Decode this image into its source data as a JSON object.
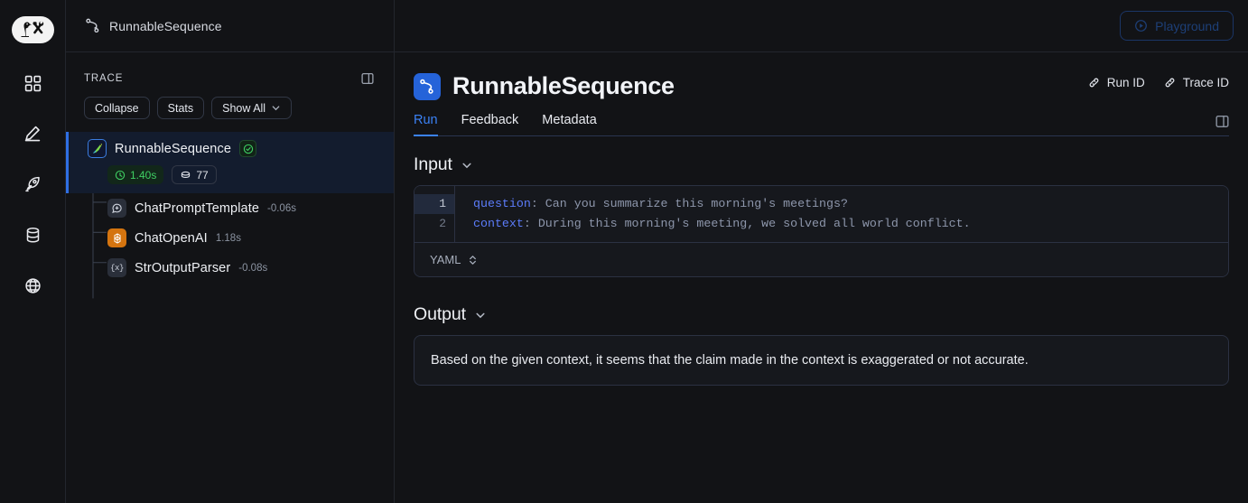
{
  "app": {
    "logo_icon": "langchain-parrot-hammer-logo",
    "background": "#121316",
    "accent": "#3b82f6"
  },
  "rail": {
    "items": [
      {
        "name": "dashboard",
        "icon": "grid-icon"
      },
      {
        "name": "annotate",
        "icon": "pencil-icon"
      },
      {
        "name": "deployments",
        "icon": "rocket-icon"
      },
      {
        "name": "datasets",
        "icon": "database-icon"
      },
      {
        "name": "hub",
        "icon": "globe-icon"
      }
    ]
  },
  "topbar": {
    "breadcrumb": "RunnableSequence",
    "breadcrumb_icon": "sequence-icon",
    "playground_label": "Playground",
    "playground_icon": "play-circle-icon",
    "playground_disabled": true,
    "playground_color": "#1d3f77"
  },
  "trace": {
    "label": "TRACE",
    "panel_toggle_icon": "panel-toggle-icon",
    "buttons": [
      {
        "label": "Collapse",
        "name": "collapse-button"
      },
      {
        "label": "Stats",
        "name": "stats-button"
      },
      {
        "label": "Show All",
        "name": "show-all-button",
        "icon": "chevron-down-icon"
      }
    ],
    "root": {
      "name": "RunnableSequence",
      "icon": "parrot-icon",
      "status": "success",
      "status_icon": "check-circle-icon",
      "duration": "1.40s",
      "duration_icon": "clock-icon",
      "tokens": "77",
      "tokens_icon": "token-icon",
      "selected": true
    },
    "children": [
      {
        "name": "ChatPromptTemplate",
        "duration": "-0.06s",
        "icon": "chat-prompt-icon"
      },
      {
        "name": "ChatOpenAI",
        "duration": "1.18s",
        "icon": "openai-icon"
      },
      {
        "name": "StrOutputParser",
        "duration": "-0.08s",
        "icon": "braces-x-icon"
      }
    ]
  },
  "run": {
    "title": "RunnableSequence",
    "title_icon": "sequence-icon",
    "run_id_label": "Run ID",
    "run_id_icon": "link-icon",
    "trace_id_label": "Trace ID",
    "trace_id_icon": "link-icon",
    "tabs": [
      {
        "label": "Run",
        "active": true
      },
      {
        "label": "Feedback",
        "active": false
      },
      {
        "label": "Metadata",
        "active": false
      }
    ],
    "tabs_toggle_icon": "panel-toggle-icon",
    "input": {
      "heading": "Input",
      "chevron_icon": "chevron-down-icon",
      "language": "YAML",
      "language_icon": "chevron-up-down-icon",
      "lines": [
        {
          "no": "1",
          "key": "question",
          "colon": ":",
          "value": " Can you summarize this morning's meetings?"
        },
        {
          "no": "2",
          "key": "context",
          "colon": ":",
          "value": " During this morning's meeting, we solved all world conflict."
        }
      ]
    },
    "output": {
      "heading": "Output",
      "chevron_icon": "chevron-down-icon",
      "text": "Based on the given context, it seems that the claim made in the context is exaggerated or not accurate."
    }
  }
}
